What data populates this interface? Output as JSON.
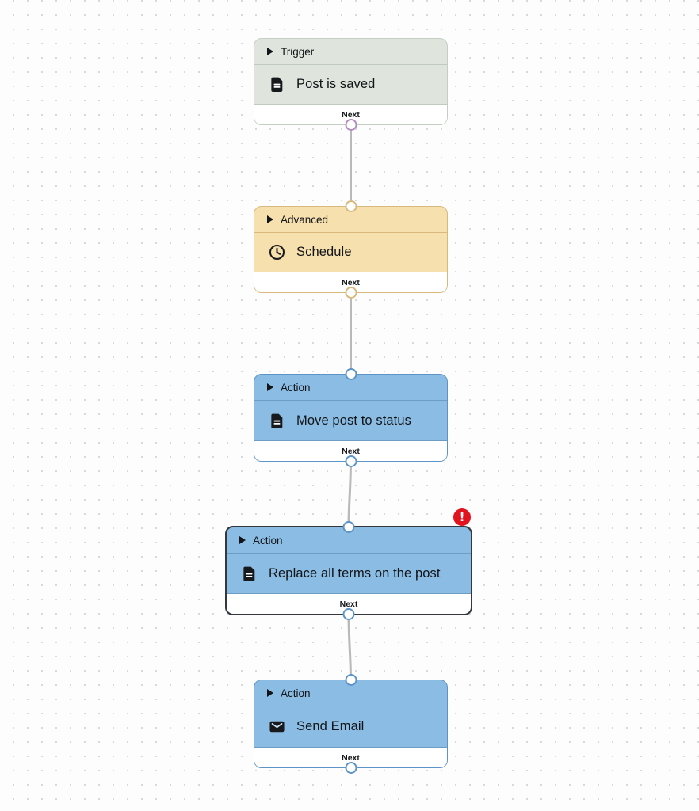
{
  "canvas": {
    "background_color": "#fdfdfd",
    "dot_color": "#d9d9d9",
    "edge_color": "#b9b9b9"
  },
  "nodes": [
    {
      "category": "Trigger",
      "title": "Post is saved",
      "icon": "document-icon",
      "footer_label": "Next",
      "has_error": false,
      "colors": {
        "background": "#dfe5dd",
        "border": "#c5cec4",
        "port": "#b48cc0"
      }
    },
    {
      "category": "Advanced",
      "title": "Schedule",
      "icon": "clock-icon",
      "footer_label": "Next",
      "has_error": false,
      "colors": {
        "background": "#f6e0ae",
        "border": "#d9b87d",
        "port": "#d9b87d"
      }
    },
    {
      "category": "Action",
      "title": "Move post to status",
      "icon": "document-icon",
      "footer_label": "Next",
      "has_error": false,
      "colors": {
        "background": "#8bbde4",
        "border": "#5d94c7",
        "port": "#5d94c7"
      }
    },
    {
      "category": "Action",
      "title": "Replace all terms on the post",
      "icon": "document-icon",
      "footer_label": "Next",
      "has_error": true,
      "colors": {
        "background": "#8bbde4",
        "border": "#34383d",
        "port": "#5d94c7",
        "error_badge": "#e2131f"
      }
    },
    {
      "category": "Action",
      "title": "Send Email",
      "icon": "mail-icon",
      "footer_label": "Next",
      "has_error": false,
      "colors": {
        "background": "#8bbde4",
        "border": "#5d94c7",
        "port": "#5d94c7"
      }
    }
  ],
  "error_badge": {
    "symbol": "!"
  }
}
